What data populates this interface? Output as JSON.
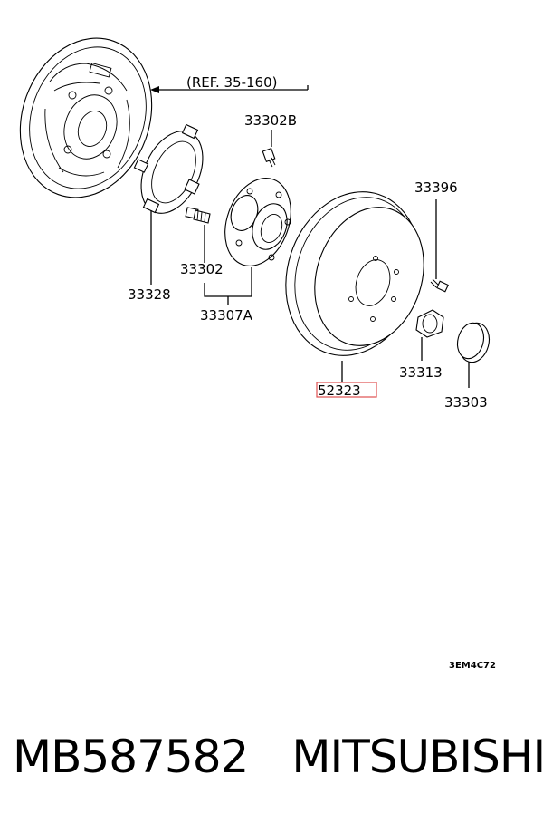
{
  "diagram": {
    "reference": "(REF. 35-160)",
    "labels": {
      "p33302B": "33302B",
      "p33396": "33396",
      "p33302": "33302",
      "p33328": "33328",
      "p33307A": "33307A",
      "p33313": "33313",
      "p52323": "52323",
      "p33303": "33303"
    },
    "code": "3EM4C72",
    "highlight_color": "#e05050"
  },
  "footer": {
    "part_number": "MB587582",
    "brand": "MITSUBISHI"
  }
}
